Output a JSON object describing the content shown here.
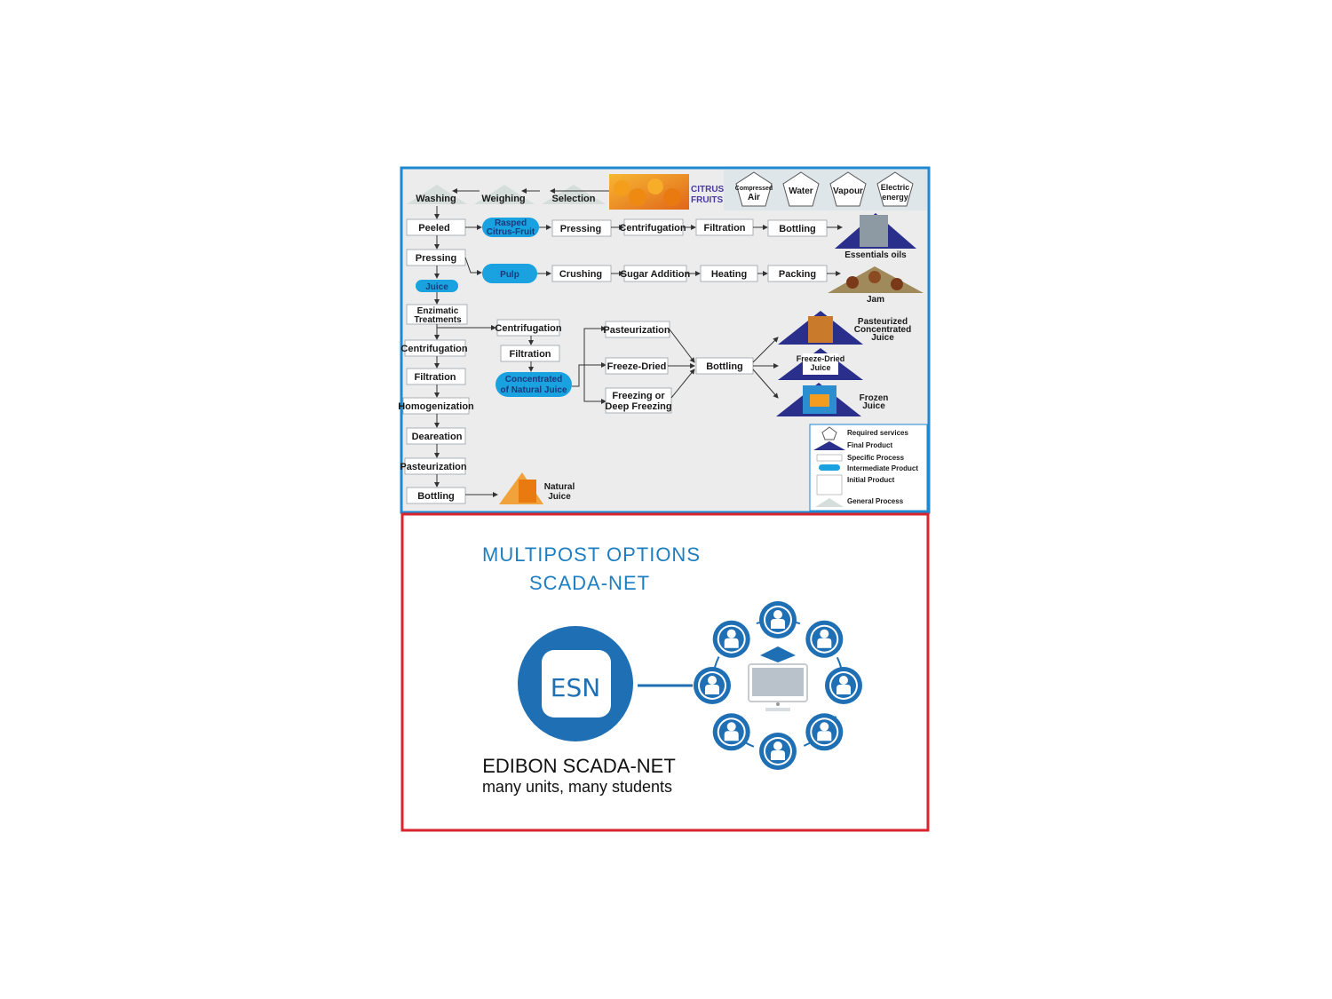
{
  "top": {
    "citrus_label": [
      "CITRUS",
      "FRUITS"
    ],
    "services": [
      {
        "lines": [
          "Compressed",
          "Air"
        ]
      },
      {
        "lines": [
          "Water"
        ]
      },
      {
        "lines": [
          "Vapour"
        ]
      },
      {
        "lines": [
          "Electric",
          "energy"
        ]
      }
    ],
    "general": [
      "Washing",
      "Weighing",
      "Selection"
    ],
    "left_column": [
      "Peeled",
      "Pressing",
      "Juice",
      "Enzimatic",
      "Treatments",
      "Centrifugation",
      "Filtration",
      "Homogenization",
      "Deareation",
      "Pasteurization",
      "Bottling"
    ],
    "row1": [
      "Rasped",
      "Citrus-Fruit",
      "Pressing",
      "Centrifugation",
      "Filtration",
      "Bottling"
    ],
    "row2": [
      "Pulp",
      "Crushing",
      "Sugar Addition",
      "Heating",
      "Packing"
    ],
    "mid": [
      "Centrifugation",
      "Filtration",
      "Concentrated",
      "of Natural Juice"
    ],
    "branches": [
      "Pasteurization",
      "Freeze-Dried",
      "Freezing or",
      "Deep Freezing",
      "Bottling"
    ],
    "products": {
      "essentials": "Essentials oils",
      "jam": "Jam",
      "pasteurized": [
        "Pasteurized",
        "Concentrated",
        "Juice"
      ],
      "freeze": [
        "Freeze-Dried",
        "Juice"
      ],
      "frozen": [
        "Frozen",
        "Juice"
      ],
      "natural": [
        "Natural",
        "Juice"
      ]
    },
    "legend": [
      "Required services",
      "Final Product",
      "Specific Process",
      "Intermediate Product",
      "Initial Product",
      "General Process"
    ]
  },
  "bottom": {
    "title_line1": "MULTIPOST OPTIONS",
    "title_line2": "SCADA-NET",
    "esn": "ESN",
    "main_label": "EDIBON SCADA-NET",
    "sub_label": "many units, many students"
  },
  "colors": {
    "blue": "#1aa1e0",
    "navy": "#2b2f8c",
    "border_top": "#1e88d0",
    "border_bottom": "#d9232d",
    "accent": "#1e7ec0"
  }
}
